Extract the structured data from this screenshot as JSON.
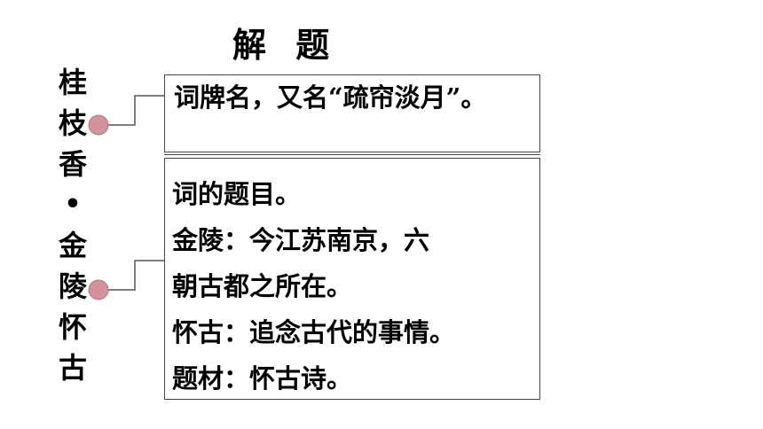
{
  "title": "解  题",
  "vertical_title": [
    "桂",
    "枝",
    "香",
    "•",
    "金",
    "陵",
    "怀",
    "古"
  ],
  "box1": {
    "text": "词牌名，又名“疏帘淡月”。"
  },
  "box2": {
    "lines": [
      "词的题目。",
      "金陵：今江苏南京，六",
      "朝古都之所在。",
      "怀古：追念古代的事情。",
      "题材：怀古诗。"
    ]
  },
  "colors": {
    "bullet": "#d4929a",
    "connector": "#555555"
  }
}
